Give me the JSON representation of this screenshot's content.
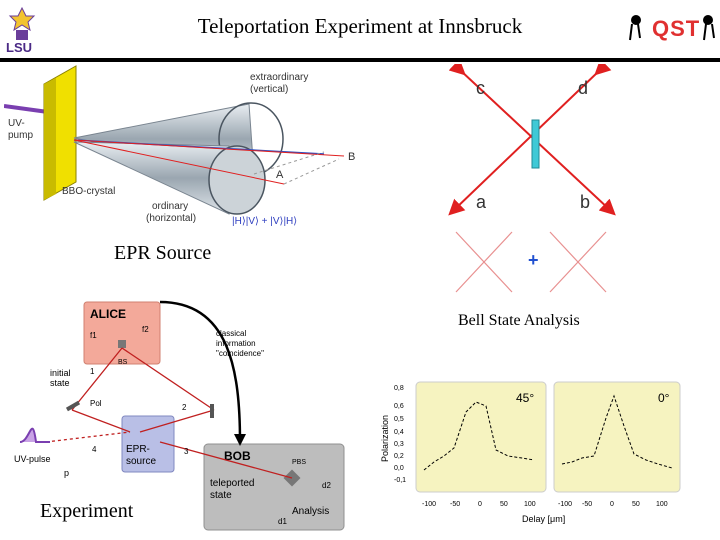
{
  "header": {
    "title": "Teleportation Experiment at Innsbruck",
    "left_logo_text": "LSU",
    "right_logo_text": "QST"
  },
  "epr": {
    "caption": "EPR Source",
    "uv_pump": [
      "UV-",
      "pump"
    ],
    "bbo": "BBO-crystal",
    "extraordinary": [
      "extraordinary",
      "(vertical)"
    ],
    "ordinary": [
      "ordinary",
      "(horizontal)"
    ],
    "a": "A",
    "b": "B"
  },
  "bell": {
    "caption": "Bell State Analysis",
    "c": "c",
    "d": "d",
    "a": "a",
    "b": "b",
    "plus": "+"
  },
  "experiment": {
    "caption": "Experiment",
    "alice": "ALICE",
    "bob": "BOB",
    "classical": [
      "classical",
      "information",
      "\"coincidence\""
    ],
    "initial_state": [
      "initial",
      "state"
    ],
    "pol": "Pol",
    "uv_pulse": "UV-pulse",
    "epr_source": [
      "EPR-",
      "source"
    ],
    "teleported_state": [
      "teleported",
      "state"
    ],
    "analysis": "Analysis",
    "pbs": "PBS",
    "bs": "BS",
    "p": "p",
    "d1": "d1",
    "d2": "d2",
    "f1": "f1",
    "f2": "f2",
    "nums": [
      "1",
      "2",
      "3",
      "4"
    ]
  },
  "plot": {
    "ylabel": "Polarization",
    "xlabel": "Delay [μm]",
    "yticks": [
      "0,8",
      "0,6",
      "0,5",
      "0,4",
      "0,3",
      "0,2",
      "0,0",
      "-0,1"
    ],
    "xticks": [
      "-100",
      "-50",
      "0",
      "50",
      "100"
    ],
    "panels": [
      {
        "angle": "45°"
      },
      {
        "angle": "0°"
      }
    ]
  },
  "colors": {
    "beam_red": "#e02020",
    "alice_box": "#f3a99a",
    "epr_box": "#b9bfe6",
    "bob_box": "#bdbdbd",
    "plot_bg": "#f6f3c0",
    "bell_splitter": "#3fc9d6",
    "plus_blue": "#2050d0"
  }
}
